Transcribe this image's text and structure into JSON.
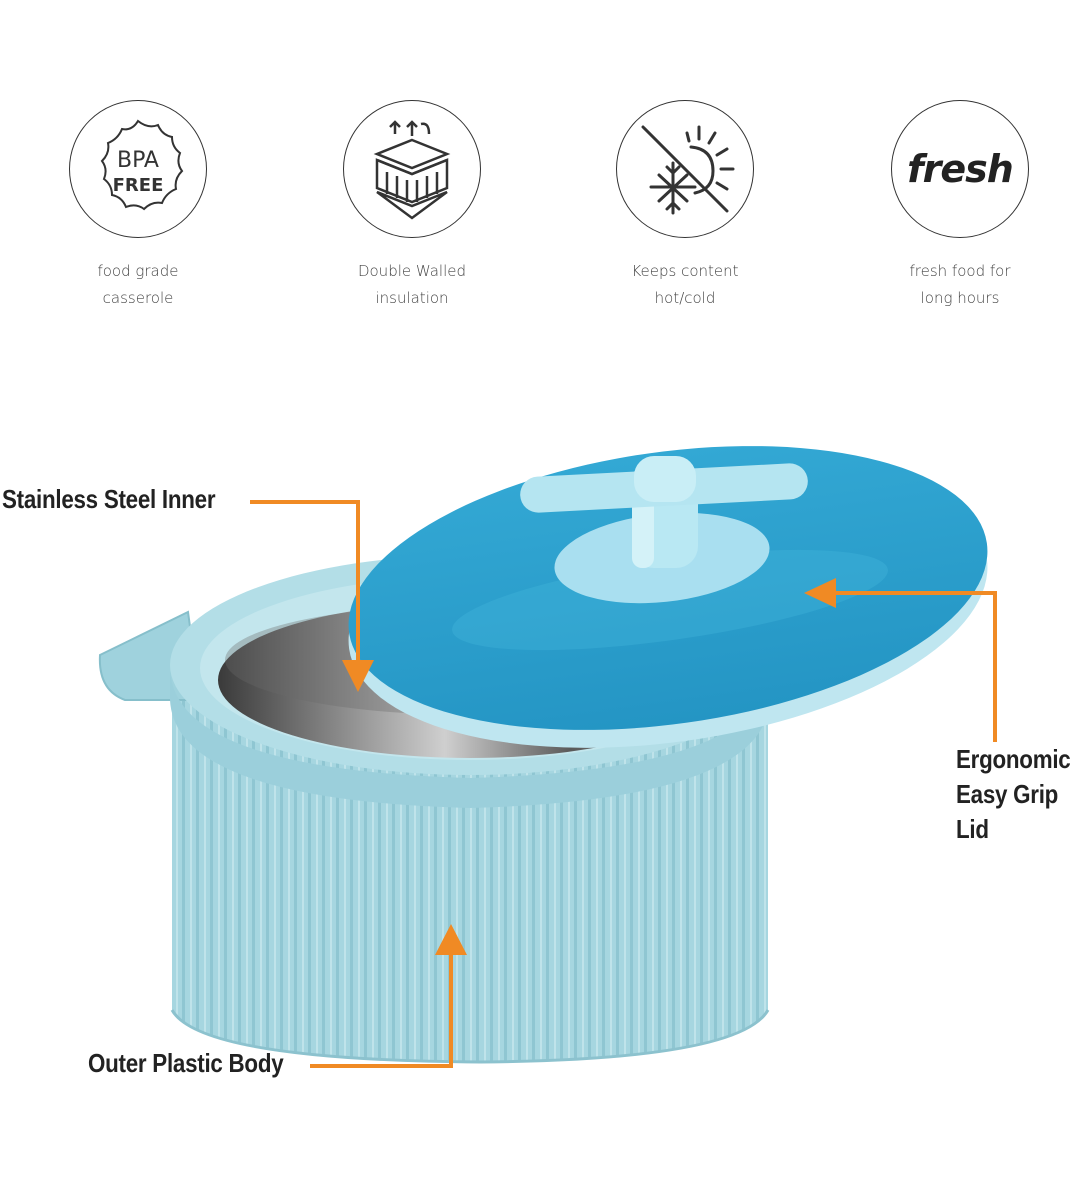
{
  "features": [
    {
      "icon": "bpa-free-icon",
      "badge_line1": "BPA",
      "badge_line2": "FREE",
      "caption_line1": "food grade",
      "caption_line2": "casserole"
    },
    {
      "icon": "insulation-layers-icon",
      "caption_line1": "Double Walled",
      "caption_line2": "insulation"
    },
    {
      "icon": "hot-cold-icon",
      "caption_line1": "Keeps content",
      "caption_line2": "hot/cold"
    },
    {
      "icon": "fresh-icon",
      "badge_text": "fresh",
      "caption_line1": "fresh food for",
      "caption_line2": "long hours"
    }
  ],
  "callouts": {
    "inner": "Stainless Steel Inner",
    "lid_line1": "Ergonomic",
    "lid_line2": "Easy Grip",
    "lid_line3": "Lid",
    "body": "Outer Plastic Body"
  },
  "colors": {
    "body": "#a8d8e2",
    "lid": "#2fa4d0",
    "arrow": "#f08a24",
    "text": "#222222"
  }
}
